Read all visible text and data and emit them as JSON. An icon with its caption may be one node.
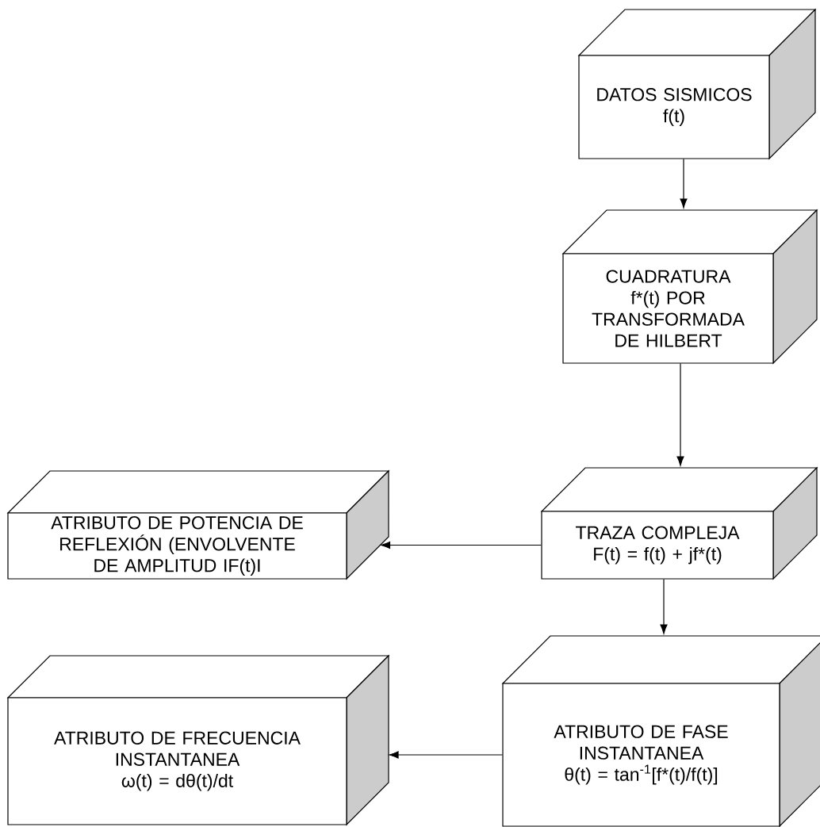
{
  "diagram": {
    "nodes": [
      {
        "text": [
          "DATOS SISMICOS",
          "f(t)"
        ]
      },
      {
        "text": [
          "CUADRATURA f*(t) POR TRANSFORMADA DE HILBERT"
        ]
      },
      {
        "text": [
          "TRAZA COMPLEJA",
          "F(t) = f(t) + jf*(t)"
        ]
      },
      {
        "text": [
          "ATRIBUTO DE POTENCIA DE REFLEXIÓN (ENVOLVENTE DE AMPLITUD IF(t)I"
        ]
      },
      {
        "text": [
          "ATRIBUTO DE FASE INSTANTANEA",
          "θ(t) = tan$^{-1}$[f*(t)/f(t)]"
        ]
      },
      {
        "text": [
          "ATRIBUTO DE FRECUENCIA INSTANTANEA",
          "ω(t) = dθ(t)/dt"
        ]
      }
    ],
    "edges": [
      {
        "from": 0,
        "to": 1,
        "arrow": "to"
      },
      {
        "from": 1,
        "to": 2,
        "arrow": "to"
      },
      {
        "from": 2,
        "to": 3,
        "arrow": "to"
      },
      {
        "from": 2,
        "to": 4,
        "arrow": "to"
      },
      {
        "from": 4,
        "to": 5,
        "arrow": "to"
      }
    ]
  }
}
